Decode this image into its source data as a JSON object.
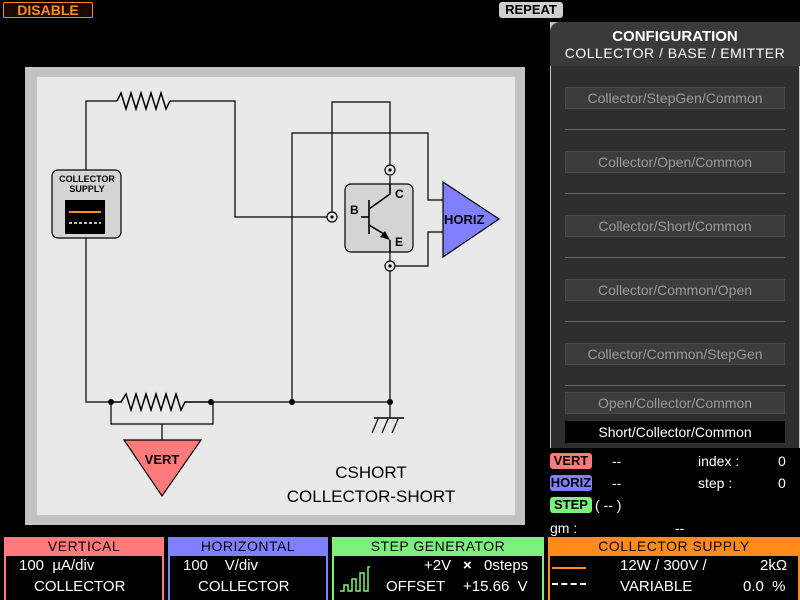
{
  "topbar": {
    "disable_label": "DISABLE",
    "repeat_label": "REPEAT"
  },
  "diagram": {
    "collector_supply_label_1": "COLLECTOR",
    "collector_supply_label_2": "SUPPLY",
    "terminal_b": "B",
    "terminal_c": "C",
    "terminal_e": "E",
    "horiz_label": "HORIZ",
    "vert_label": "VERT",
    "caption_mode": "CSHORT",
    "caption_desc": "COLLECTOR-SHORT"
  },
  "config": {
    "title": "CONFIGURATION",
    "subtitle": "COLLECTOR / BASE / EMITTER",
    "options": [
      "Collector/StepGen/Common",
      "Collector/Open/Common",
      "Collector/Short/Common",
      "Collector/Common/Open",
      "Collector/Common/StepGen",
      "Open/Collector/Common",
      "Short/Collector/Common"
    ],
    "selected_index": 6
  },
  "readout": {
    "vert_tag": "VERT",
    "vert_value": "--",
    "horiz_tag": "HORIZ",
    "horiz_value": "--",
    "step_tag": "STEP",
    "step_value": "( -- )",
    "index_label": "index :",
    "index_value": "0",
    "step_label": "step :",
    "step_count": "0",
    "gm_label": "gm :",
    "gm_value": "--"
  },
  "vertical": {
    "title": "VERTICAL",
    "scale": "100  µA/div",
    "source": "COLLECTOR",
    "color": "#ff7a7a"
  },
  "horizontal": {
    "title": "HORIZONTAL",
    "scale": "100    V/div",
    "source": "COLLECTOR",
    "color": "#8080ff"
  },
  "step_generator": {
    "title": "STEP GENERATOR",
    "amplitude": "+2V",
    "times": "×",
    "steps": "0steps",
    "offset_label": "OFFSET",
    "offset_value": "+15.66  V",
    "color": "#7cf07c"
  },
  "collector_supply": {
    "title": "COLLECTOR SUPPLY",
    "rating": "12W / 300V /",
    "resistance": "2kΩ",
    "mode": "VARIABLE",
    "percent": "0.0  %",
    "color": "#ff8c1a"
  },
  "colors": {
    "diagram_bg": "#e9e9e9",
    "horiz_fill": "#8080ff",
    "vert_fill": "#ff7a7a",
    "accent_orange": "#ff8c1a"
  }
}
